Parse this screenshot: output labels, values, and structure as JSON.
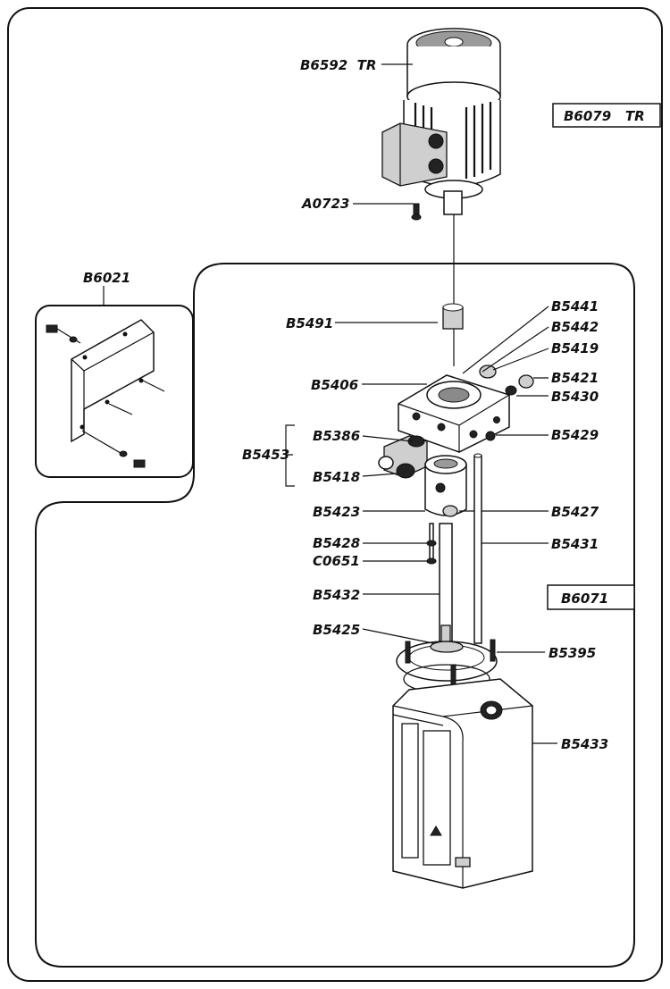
{
  "frames": {
    "motor_kit": "B6079   TR",
    "power_unit": "B6071"
  },
  "parts": {
    "motor": "B6592  TR",
    "screw_a": "A0723",
    "bracket": "B6021",
    "coupling": "B5491",
    "p5441": "B5441",
    "p5442": "B5442",
    "p5419": "B5419",
    "p5421": "B5421",
    "p5430": "B5430",
    "central_block": "B5406",
    "p5429": "B5429",
    "valve_group": "B5453",
    "p5386": "B5386",
    "p5418": "B5418",
    "p5423": "B5423",
    "p5427": "B5427",
    "p5428": "B5428",
    "c0651": "C0651",
    "p5431": "B5431",
    "p5432": "B5432",
    "p5425": "B5425",
    "p5395": "B5395",
    "tank": "B5433"
  }
}
